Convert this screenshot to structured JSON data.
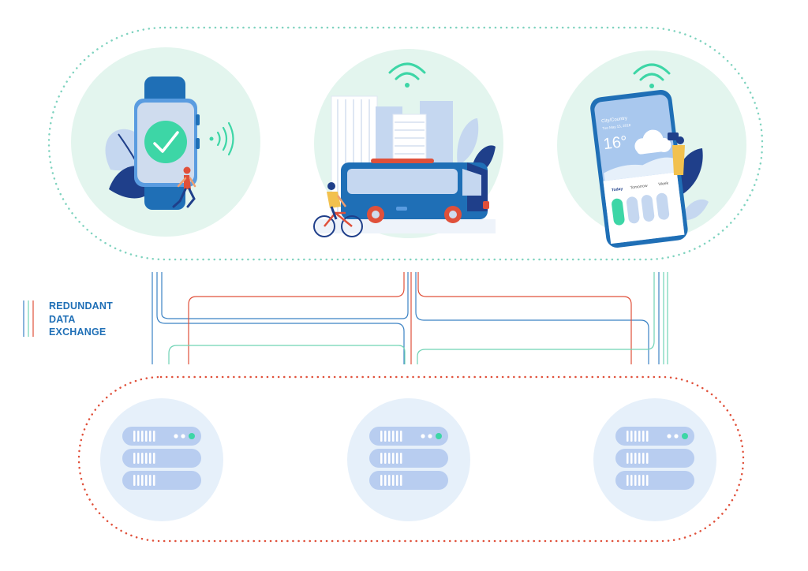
{
  "legend": {
    "lines": [
      "REDUNDANT",
      "DATA",
      "EXCHANGE"
    ]
  },
  "colors": {
    "device_outline": "#7fd3bf",
    "server_outline": "#e0503a",
    "line_blue": "#3b82c4",
    "line_red": "#e0503a",
    "line_green": "#6fd3b5",
    "device_bg": "#e3f5ee",
    "server_bg": "#e6f0fa",
    "primary_blue": "#1f6fb6",
    "accent_green": "#3dd6a6"
  },
  "devices": [
    {
      "name": "smartwatch",
      "icon": "smartwatch-check-icon"
    },
    {
      "name": "connected-bus",
      "icon": "bus-city-icon"
    },
    {
      "name": "smartphone-weather",
      "icon": "weather-phone-icon"
    }
  ],
  "phone": {
    "city": "City/Country",
    "date": "Tue May 15, 2018",
    "temperature": "16°",
    "tabs": [
      "Today",
      "Tomorrow",
      "Week"
    ]
  },
  "servers": [
    {
      "name": "server-1",
      "icon": "server-rack-icon"
    },
    {
      "name": "server-2",
      "icon": "server-rack-icon"
    },
    {
      "name": "server-3",
      "icon": "server-rack-icon"
    }
  ]
}
